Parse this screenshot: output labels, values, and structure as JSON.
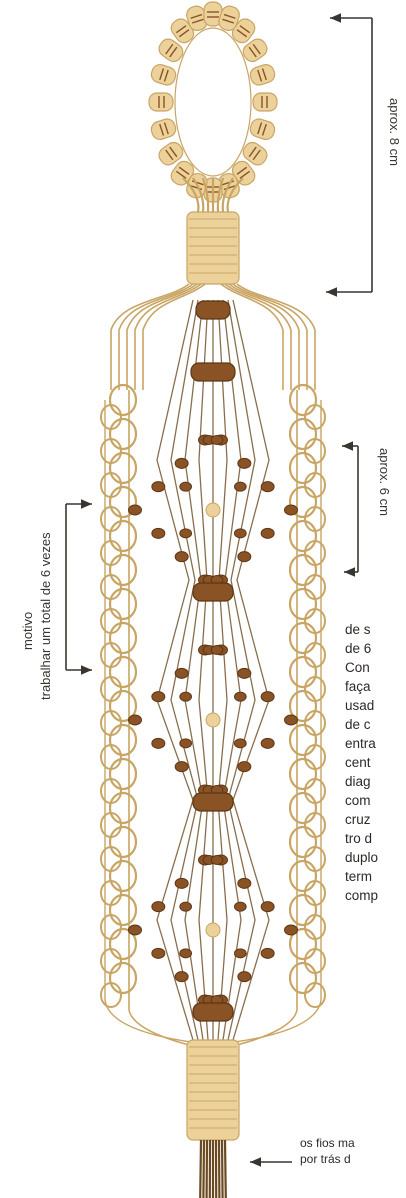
{
  "labels": {
    "loop_length": "aprox. 8 cm",
    "motif_length": "aprox. 6 cm",
    "motif_line1": "motivo",
    "motif_line2": "trabalhar um total de 6 vezes"
  },
  "instructions": [
    "de s",
    "de 6",
    "Con",
    "faça",
    "usad",
    "de c",
    "entra",
    "cent",
    "diag",
    "com",
    "cruz",
    "tro d",
    "duplo",
    "term",
    "comp"
  ],
  "bottom_note": {
    "line1": "os fios ma",
    "line2": "por trás d"
  },
  "colors": {
    "cord_light": "#ecd29a",
    "cord_light_edge": "#c9a564",
    "knot_dark": "#8a5326",
    "knot_dark_edge": "#5e3614",
    "fringe": "#6b4a22",
    "annotation": "#3a3530"
  }
}
